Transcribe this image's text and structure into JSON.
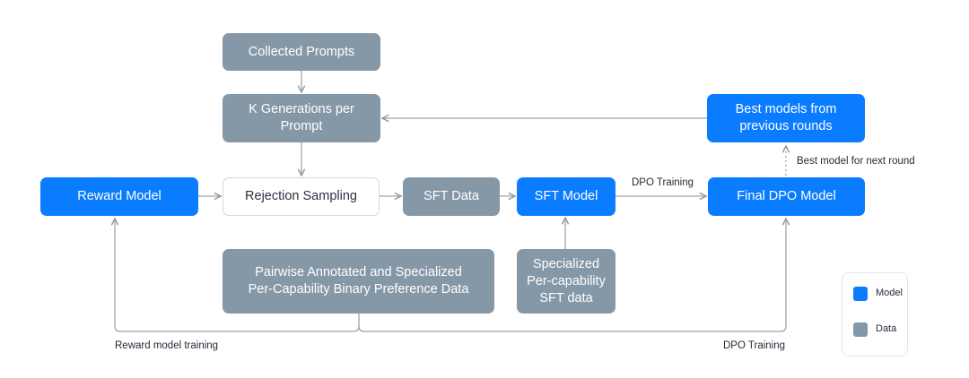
{
  "nodes": {
    "collected_prompts": "Collected Prompts",
    "k_generations": "K Generations per Prompt",
    "best_models": "Best models from previous rounds",
    "reward_model": "Reward Model",
    "rejection_sampling": "Rejection Sampling",
    "sft_data": "SFT Data",
    "sft_model": "SFT Model",
    "final_dpo_model": "Final DPO Model",
    "pairwise_data": "Pairwise Annotated and Specialized Per-Capability Binary Preference Data",
    "specialized_sft_data": "Specialized Per-capability SFT data"
  },
  "edge_labels": {
    "dpo_training_top": "DPO Training",
    "best_model_next_round": "Best model for next round",
    "reward_model_training": "Reward model training",
    "dpo_training_bottom": "DPO Training"
  },
  "legend": {
    "model": "Model",
    "data": "Data"
  },
  "colors": {
    "model": "#0a7cff",
    "data": "#8598a8",
    "arrow": "#9aa4ae"
  }
}
